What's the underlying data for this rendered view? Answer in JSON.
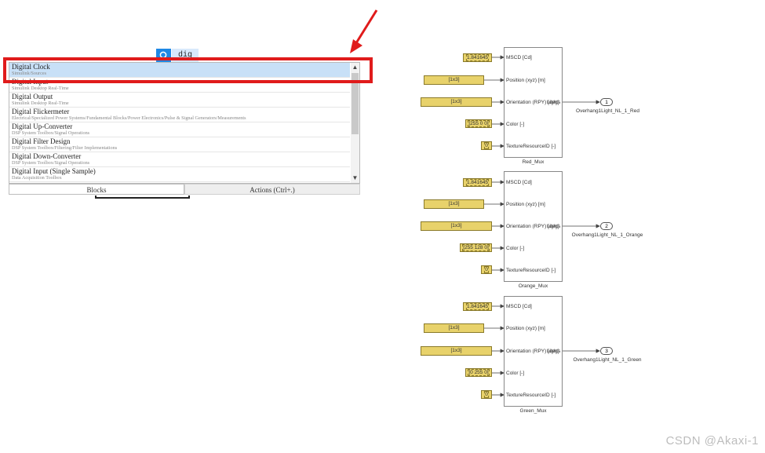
{
  "search": {
    "query": "dig"
  },
  "results": [
    {
      "name": "Digital Clock",
      "path": "Simulink/Sources"
    },
    {
      "name": "Digital Input",
      "path": "Simulink Desktop Real-Time"
    },
    {
      "name": "Digital Output",
      "path": "Simulink Desktop Real-Time"
    },
    {
      "name": "Digital Flickermeter",
      "path": "Electrical/Specialized Power Systems/Fundamental Blocks/Power Electronics/Pulse & Signal Generators/Measurements"
    },
    {
      "name": "Digital Up-Converter",
      "path": "DSP System Toolbox/Signal Operations"
    },
    {
      "name": "Digital Filter Design",
      "path": "DSP System Toolbox/Filtering/Filter Implementations"
    },
    {
      "name": "Digital Down-Converter",
      "path": "DSP System Toolbox/Signal Operations"
    },
    {
      "name": "Digital Input (Single Sample)",
      "path": "Data Acquisition Toolbox"
    }
  ],
  "tabs": {
    "blocks": "Blocks",
    "actions": "Actions (Ctrl+.)"
  },
  "ports": [
    "MSCD [Cd]",
    "Position (xyz) [m]",
    "Orientation (RPY) [deg]",
    "Color [-]",
    "TextureResourceID [-]"
  ],
  "out_label": "Lights",
  "muxes": [
    {
      "name": "Red_Mux",
      "values": [
        "1.841645",
        "[1x3]",
        "[1x3]",
        "[255 0 0]",
        "0"
      ],
      "out_num": "1",
      "out_name": "Overhang1Light_NL_1_Red"
    },
    {
      "name": "Orange_Mux",
      "values": [
        "1.841645",
        "[1x3]",
        "[1x3]",
        "[255 128 0]",
        "0"
      ],
      "out_num": "2",
      "out_name": "Overhang1Light_NL_1_Orange"
    },
    {
      "name": "Green_Mux",
      "values": [
        "1.841645",
        "[1x3]",
        "[1x3]",
        "[0 255 0]",
        "0"
      ],
      "out_num": "3",
      "out_name": "Overhang1Light_NL_1_Green"
    }
  ],
  "watermark": "CSDN @Akaxi-1",
  "colors": {
    "highlight": "#e01b1b",
    "search_button": "#1e88e5",
    "selected_row": "#c8e0f7",
    "constant_block": "#e8d26b"
  }
}
